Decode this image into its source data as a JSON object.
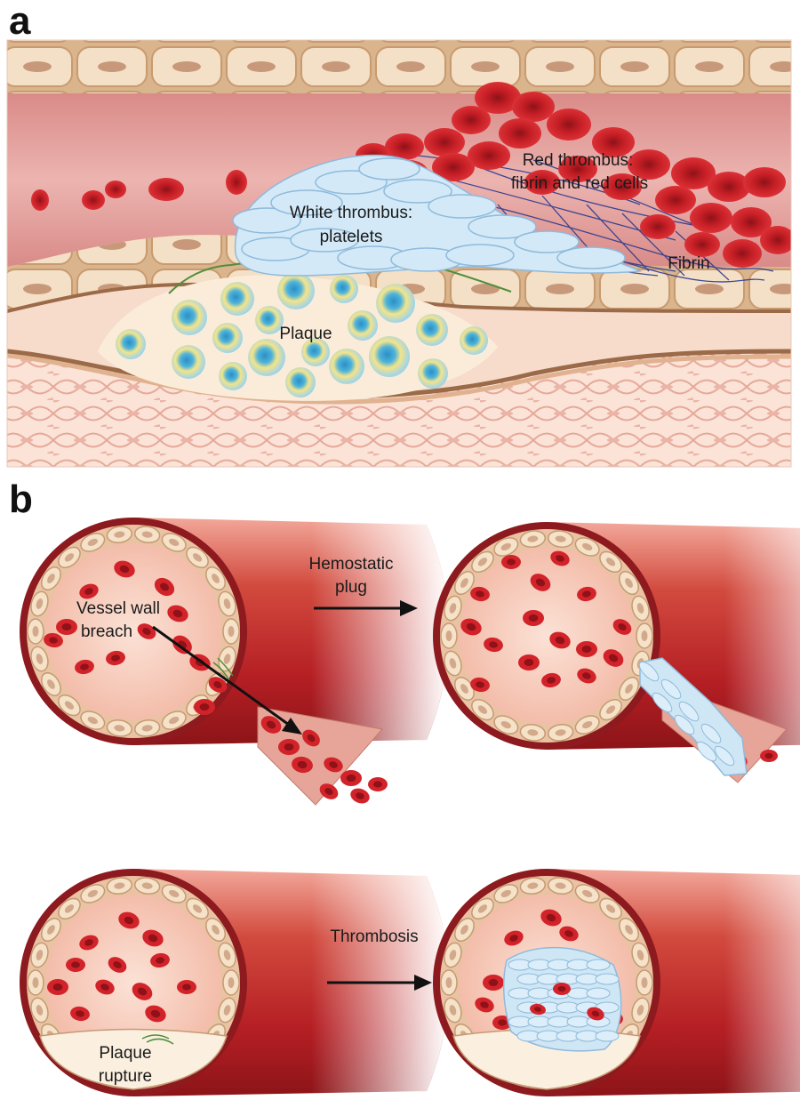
{
  "panel_a": {
    "letter": "a",
    "labels": {
      "red_thrombus_1": "Red thrombus:",
      "red_thrombus_2": "fibrin and red cells",
      "white_thrombus_1": "White thrombus:",
      "white_thrombus_2": "platelets",
      "fibrin": "Fibrin",
      "plaque": "Plaque"
    }
  },
  "panel_b": {
    "letter": "b",
    "labels": {
      "vessel_wall_1": "Vessel wall",
      "vessel_wall_2": "breach",
      "hemostatic_1": "Hemostatic",
      "hemostatic_2": "plug",
      "thrombosis": "Thrombosis",
      "plaque_rupture_1": "Plaque",
      "plaque_rupture_2": "rupture"
    }
  },
  "colors": {
    "lumen": "#e6a3a0",
    "vessel_red": "#c4262a",
    "rbc": "#d3232a",
    "platelet": "#cfe6f5",
    "plaque_cell": "#4fb3d9",
    "endothelium": "#f2dcc0"
  }
}
